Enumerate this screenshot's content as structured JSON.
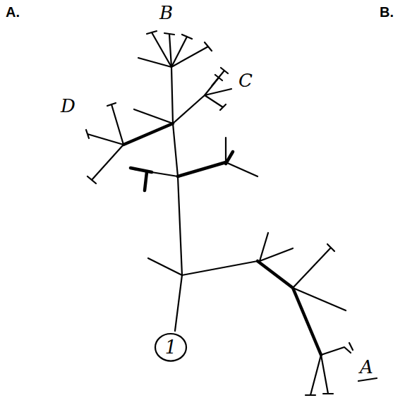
{
  "diagram": {
    "nodes": [
      {
        "text": [
          "1"
        ]
      }
    ],
    "labels": [
      "A.",
      "B.",
      "B",
      "C",
      "D",
      "A"
    ]
  }
}
